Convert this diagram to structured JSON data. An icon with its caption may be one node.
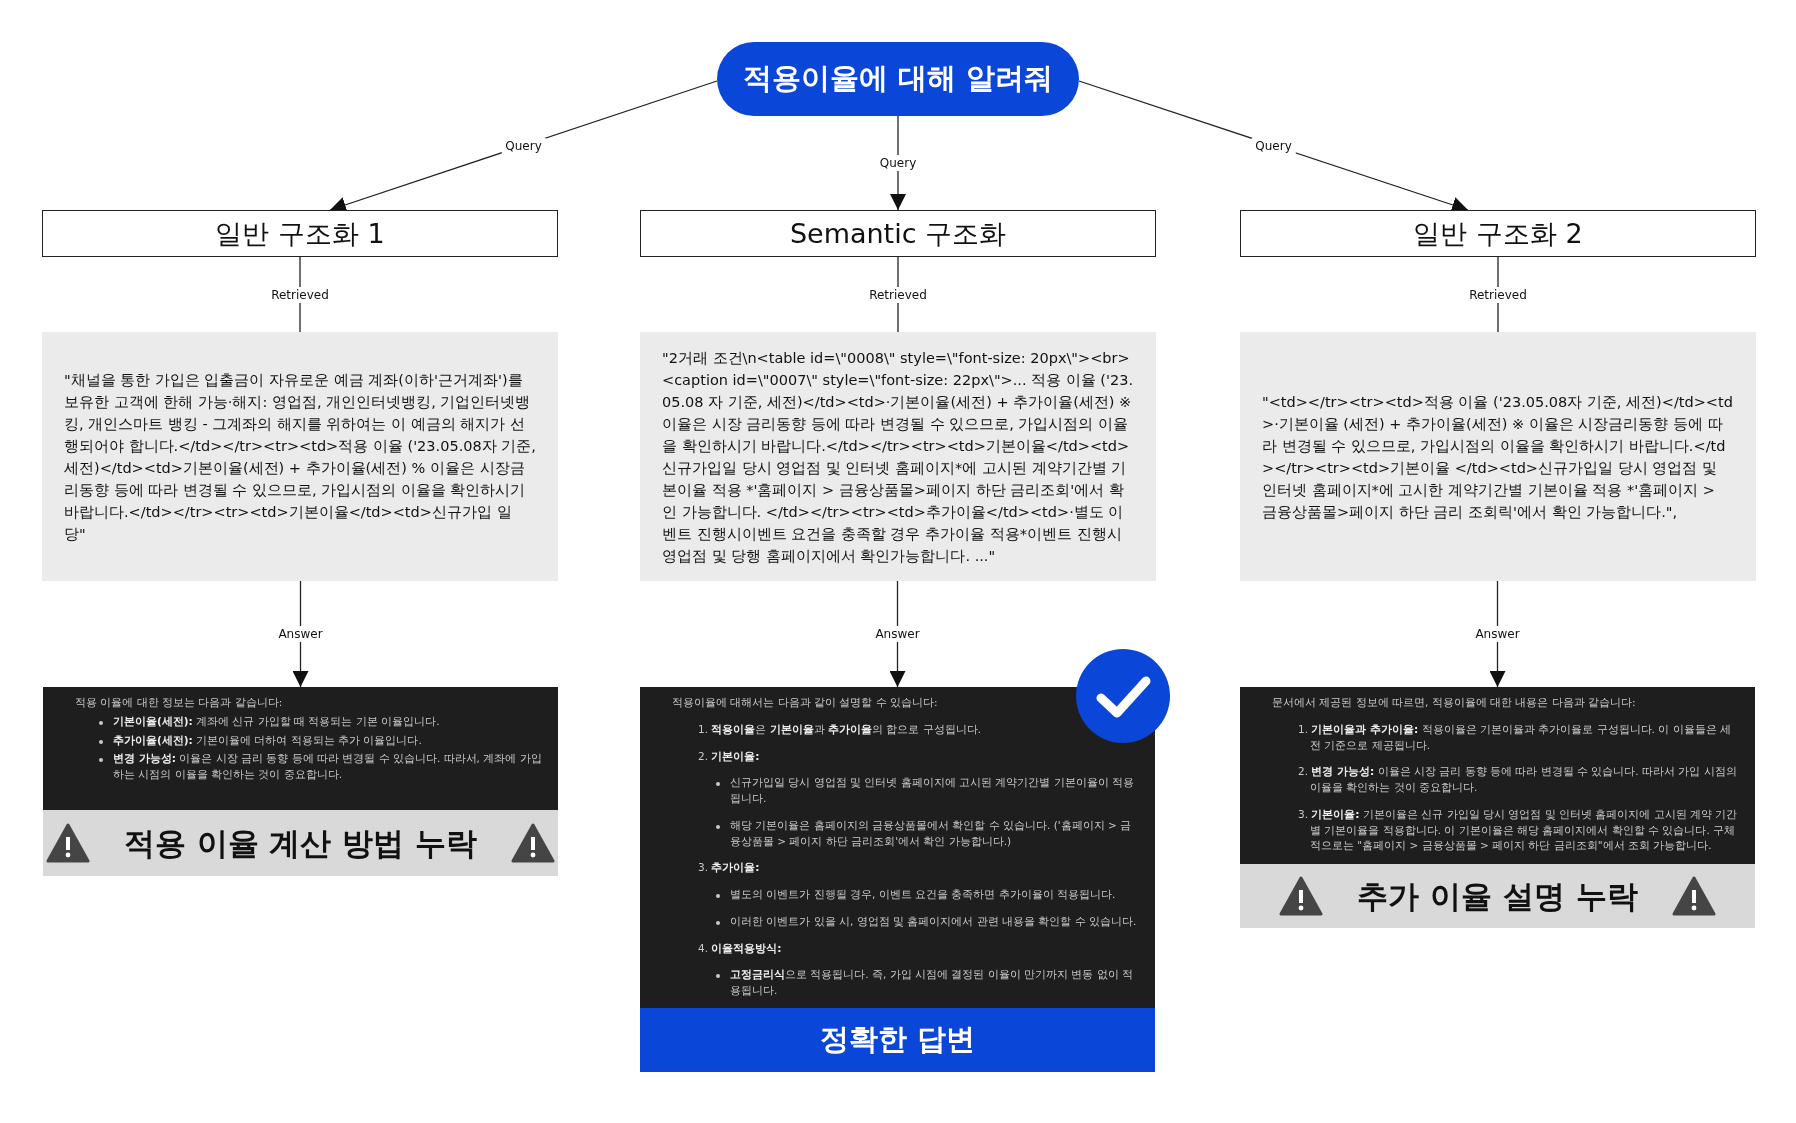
{
  "diagram": {
    "nodes": [
      {
        "text": [
          "적용이율에 대해 알려줘"
        ]
      },
      {
        "text": [
          "일반 구조화 1"
        ]
      },
      {
        "text": [
          "Semantic 구조화"
        ]
      },
      {
        "text": [
          "일반 구조화 2"
        ]
      },
      {
        "text": [
          "\"채널을 통한 가입은 입출금이 자유로운 예금 계좌(이하'근거계좌')를 보유한 고객에 한해 가능·해지: 영업점, 개인인터넷뱅킹, 기업인터넷뱅킹, 개인스마트 뱅킹 - 그계좌의 해지를 위하여는 이 예금의 해지가 선행되어야 합니다.</td></tr><tr><td>적용 이율 ('23.05.08자 기준, 세전)</td><td>기본이율(세전) + 추가이율(세전) % 이율은 시장금리동향 등에 따라 변경될 수 있으므로, 가입시점의 이율을 확인하시기 바랍니다.</td></tr><tr><td>기본이율</td><td>신규가입 일 당\""
        ]
      },
      {
        "text": [
          "\"2거래 조건\\n<table id=\\\"0008\\\" style=\\\"font-size: 20px\\\"><br> <caption id=\\\"0007\\\" style=\\\"font-size: 22px\\\">... 적용 이율 ('23.05.08 자 기준, 세전)</td><td>·기본이율(세전) + 추가이율(세전) ※이율은 시장 금리동향 등에 따라 변경될 수 있으므로, 가입시점의 이율을 확인하시기 바랍니다.</td></tr><tr><td>기본이율</td><td>신규가입일 당시 영업점 및 인터넷 홈페이지*에 고시된 계약기간별 기본이율 적용 *'홈페이지 > 금융상품몰>페이지 하단 금리조회'에서 확인 가능합니다. </td></tr><tr><td>추가이율</td><td>·별도 이벤트 진행시이벤트 요건을 충족할 경우 추가이율 적용*이벤트 진행시영업점 및 당행 홈페이지에서 확인가능합니다. ...\""
        ]
      },
      {
        "text": [
          "\"<td></tr><tr><td>적용 이율 ('23.05.08자 기준, 세전)</td><td>·기본이율 (세전) + 추가이율(세전) ※ 이율은 시장금리동향 등에 따라 변경될 수 있으므로, 가입시점의 이율을 확인하시기 바랍니다.</td></tr><tr><td>기본이율 </td><td>신규가입일 당시 영업점 및 인터넷 홈페이지*에 고시한 계약기간별 기본이율 적용 *'홈페이지 > 금융상품몰>페이지 하단 금리 조회릭'에서 확인 가능합니다.\","
        ]
      },
      {
        "text": [
          "적용 이율에 대한 정보는 다음과 같습니다:",
          "**기본이율(세전):** 계좌에 신규 가입할 때 적용되는 기본 이율입니다.",
          "**추가이율(세전):** 기본이율에 더하여 적용되는 추가 이율입니다.",
          "**변경 가능성:** 이율은 시장 금리 동향 등에 따라 변경될 수 있습니다. 따라서, 계좌에 가입하는 시점의 이율을 확인하는 것이 중요합니다."
        ]
      },
      {
        "text": [
          "적용 이율 계산 방법 누락"
        ],
        "in": 7
      },
      {
        "text": [
          "적용이율에 대해서는 다음과 같이 설명할 수 있습니다:",
          "1. **적용이율**은 **기본이율**과 **추가이율**의 합으로 구성됩니다.",
          "2. **기본이율:**",
          "신규가입일 당시 영업점 및 인터넷 홈페이지에 고시된 계약기간별 기본이율이 적용됩니다.",
          "해당 기본이율은 홈페이지의 금융상품몰에서 확인할 수 있습니다. ('홈페이지 > 금융상품몰 > 페이지 하단 금리조회'에서 확인 가능합니다.)",
          "3. **추가이율:**",
          "별도의 이벤트가 진행될 경우, 이벤트 요건을 충족하면 추가이율이 적용됩니다.",
          "이러한 이벤트가 있을 시, 영업점 및 홈페이지에서 관련 내용을 확인할 수 있습니다.",
          "4. **이율적용방식:**",
          "**고정금리식**으로 적용됩니다. 즉, 가입 시점에 결정된 이율이 만기까지 변동 없이 적용됩니다."
        ]
      },
      {
        "text": [
          "정확한 답변"
        ],
        "in": 9
      },
      {
        "text": [
          "문서에서 제공된 정보에 따르면, 적용이율에 대한 내용은 다음과 같습니다:",
          "1. **기본이율과 추가이율:** 적용이율은 기본이율과 추가이율로 구성됩니다. 이 이율들은 세전 기준으로 제공됩니다.",
          "2. **변경 가능성:** 이율은 시장 금리 동향 등에 따라 변경될 수 있습니다. 따라서 가입 시점의 이율을 확인하는 것이 중요합니다.",
          "3. **기본이율:** 기본이율은 신규 가입일 당시 영업점 및 인터넷 홈페이지에 고시된 계약 기간별 기본이율을 적용합니다. 이 기본이율은 해당 홈페이지에서 확인할 수 있습니다. 구체적으로는 \"홈페이지 > 금융상품몰 > 페이지 하단 금리조회\"에서 조회 가능합니다."
        ]
      },
      {
        "text": [
          "추가 이율 설명 누락"
        ],
        "in": 11
      }
    ],
    "edges": [
      {
        "from": 0,
        "to": 1,
        "arrow": "to",
        "label": "Query"
      },
      {
        "from": 0,
        "to": 2,
        "arrow": "to",
        "label": "Query"
      },
      {
        "from": 0,
        "to": 3,
        "arrow": "to",
        "label": "Query"
      },
      {
        "from": 1,
        "to": 4,
        "arrow": "none",
        "label": "Retrieved"
      },
      {
        "from": 2,
        "to": 5,
        "arrow": "none",
        "label": "Retrieved"
      },
      {
        "from": 3,
        "to": 6,
        "arrow": "none",
        "label": "Retrieved"
      },
      {
        "from": 4,
        "to": 7,
        "arrow": "to",
        "label": "Answer"
      },
      {
        "from": 5,
        "to": 9,
        "arrow": "to",
        "label": "Answer"
      },
      {
        "from": 6,
        "to": 11,
        "arrow": "to",
        "label": "Answer"
      }
    ]
  }
}
